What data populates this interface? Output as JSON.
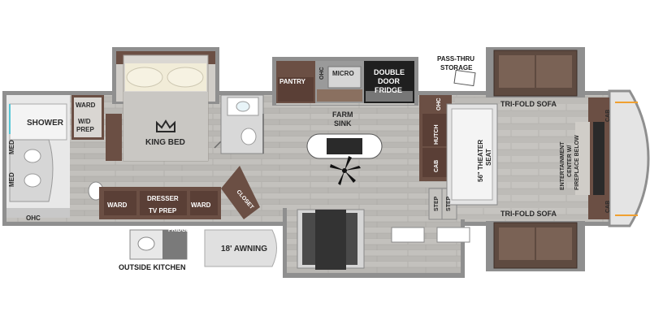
{
  "labels": {
    "shower": "SHOWER",
    "med_upper": "MED",
    "med_lower": "MED",
    "ohc_bath": "OHC",
    "ward_bath": "WARD",
    "wd_prep_1": "W/D",
    "wd_prep_2": "PREP",
    "king_bed": "KING BED",
    "ward_left": "WARD",
    "dresser": "DRESSER",
    "tv_prep": "TV PREP",
    "ward_right": "WARD",
    "closet": "CLOSET",
    "pantry": "PANTRY",
    "ohc_kitchen": "OHC",
    "micro": "MICRO",
    "fridge_1": "DOUBLE",
    "fridge_2": "DOOR",
    "fridge_3": "FRIDGE",
    "farm_sink_1": "FARM",
    "farm_sink_2": "SINK",
    "pass_thru_1": "PASS-THRU",
    "pass_thru_2": "STORAGE",
    "ohc_living": "OHC",
    "hutch": "HUTCH",
    "cab_living": "CAB",
    "step_1": "STEP",
    "step_2": "STEP",
    "theater_1": "56\" THEATER",
    "theater_2": "SEAT",
    "trifold_top": "TRI-FOLD SOFA",
    "trifold_bottom": "TRI-FOLD SOFA",
    "ent_1": "ENTERTAINMENT",
    "ent_2": "CENTER W/",
    "ent_3": "FIREPLACE BELOW",
    "cab_top": "CAB",
    "cab_bottom": "CAB",
    "awning": "18' AWNING",
    "fridge_outside": "FRIDGE",
    "outside_kitchen": "OUTSIDE KITCHEN"
  },
  "colors": {
    "floor": "#b8b6b2",
    "wood": "#6b4f44",
    "wall": "#4a4a4a",
    "sofa": "#5e4a40",
    "fridge": "#1f1f1f"
  },
  "icons": {
    "crown": "crown-icon",
    "fan": "ceiling-fan-icon"
  }
}
